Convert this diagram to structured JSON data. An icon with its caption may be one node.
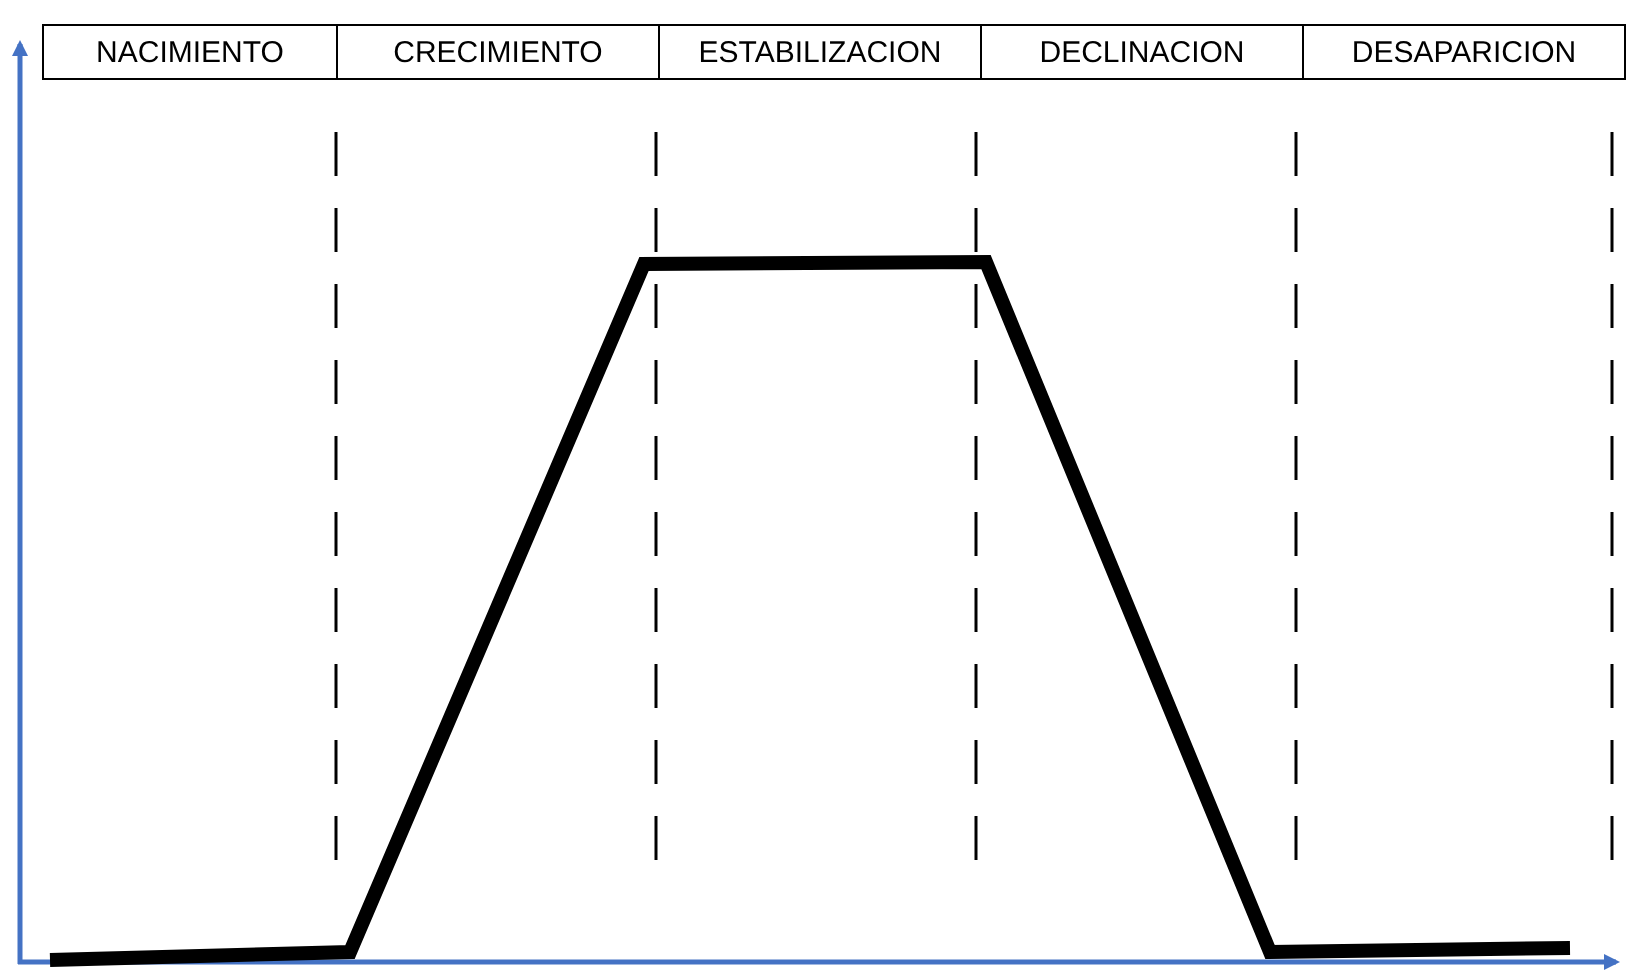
{
  "diagram": {
    "labels": [
      "NACIMIENTO",
      "CRECIMIENTO",
      "ESTABILIZACION",
      "DECLINACION",
      "DESAPARICION"
    ]
  }
}
